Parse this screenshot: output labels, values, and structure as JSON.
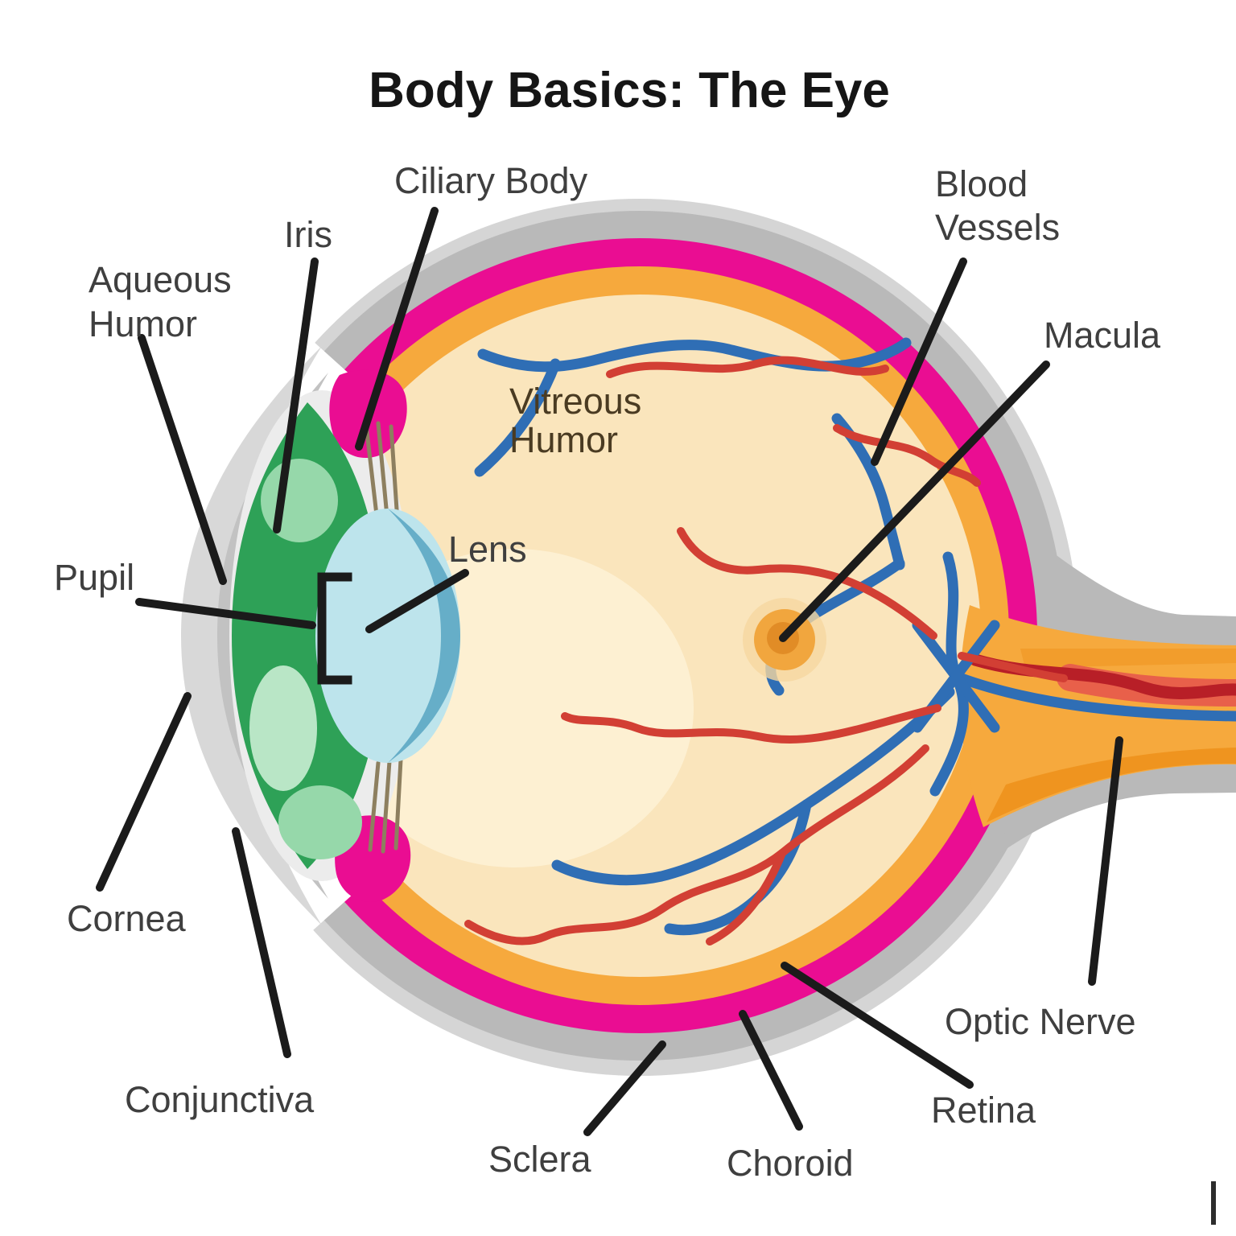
{
  "title": "Body Basics: The Eye",
  "labels": {
    "ciliary_body": "Ciliary Body",
    "iris": "Iris",
    "aqueous_humor": {
      "line1": "Aqueous",
      "line2": "Humor"
    },
    "pupil": "Pupil",
    "lens": "Lens",
    "vitreous_humor": {
      "line1": "Vitreous",
      "line2": "Humor"
    },
    "cornea": "Cornea",
    "conjunctiva": "Conjunctiva",
    "sclera": "Sclera",
    "choroid": "Choroid",
    "retina": "Retina",
    "optic_nerve": "Optic Nerve",
    "macula": "Macula",
    "blood_vessels": {
      "line1": "Blood",
      "line2": "Vessels"
    }
  },
  "colors": {
    "background": "#ffffff",
    "title_text": "#151515",
    "label_text": "#3f3f3f",
    "vitreous_text": "#4a3b22",
    "leader_line": "#1b1b1b",
    "shadow_gray": "#d5d5d5",
    "sclera_gray": "#b9b9b9",
    "cornea_gray_light": "#d8d8d8",
    "cornea_gray_mid": "#c2c2c2",
    "anterior_chamber": "#ececec",
    "choroid_magenta": "#ea0d92",
    "retina_orange": "#f6a93d",
    "nerve_orange_dark": "#ef941f",
    "nerve_salmon": "#e8604a",
    "vitreous_cream": "#fae5bc",
    "vitreous_light": "#fdf0d2",
    "iris_green": "#2ea157",
    "iris_green_light": "#96d8aa",
    "iris_green_pale": "#b9e6c6",
    "lens_blue": "#bde4ec",
    "lens_blue_dark": "#66aec8",
    "zonule_brown": "#8d7f5f",
    "vessel_red": "#d23f34",
    "vessel_red_dark": "#b81f27",
    "vessel_blue": "#2f6eb5",
    "macula_halo": "#f6d7a0",
    "macula_orange": "#f1a63e",
    "macula_core": "#e18c26"
  }
}
